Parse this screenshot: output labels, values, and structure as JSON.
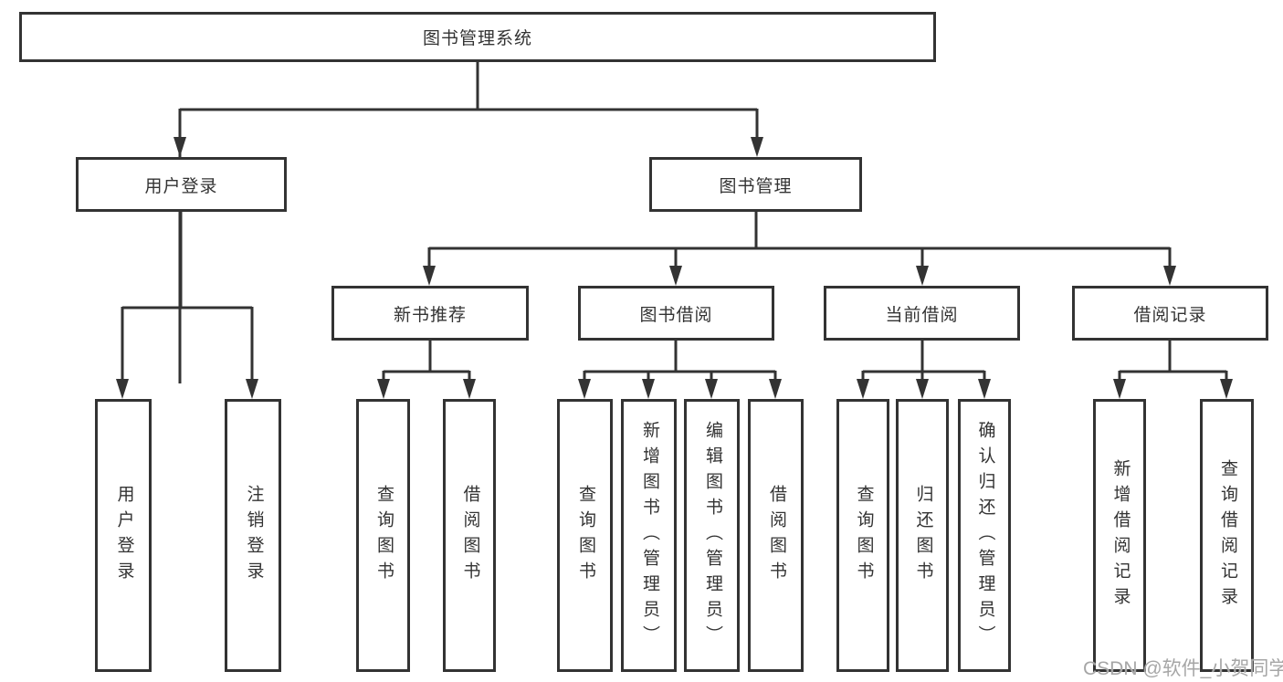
{
  "tree": {
    "root": "图书管理系统",
    "children": [
      {
        "label": "用户登录",
        "children": [
          "用户登录",
          "注销登录"
        ]
      },
      {
        "label": "图书管理",
        "children": [
          {
            "label": "新书推荐",
            "children": [
              "查询图书",
              "借阅图书"
            ]
          },
          {
            "label": "图书借阅",
            "children": [
              "查询图书",
              "新增图书（管理员）",
              "编辑图书（管理员）",
              "借阅图书"
            ]
          },
          {
            "label": "当前借阅",
            "children": [
              "查询图书",
              "归还图书",
              "确认归还（管理员）"
            ]
          },
          {
            "label": "借阅记录",
            "children": [
              "新增借阅记录",
              "查询借阅记录"
            ]
          }
        ]
      }
    ]
  },
  "watermark": {
    "text": "CSDN @软件_小贺同学"
  },
  "colors": {
    "line": "#333333",
    "box_border": "#333333",
    "box_fill": "#ffffff",
    "text": "#333333",
    "watermark": "#9e9e9e"
  }
}
